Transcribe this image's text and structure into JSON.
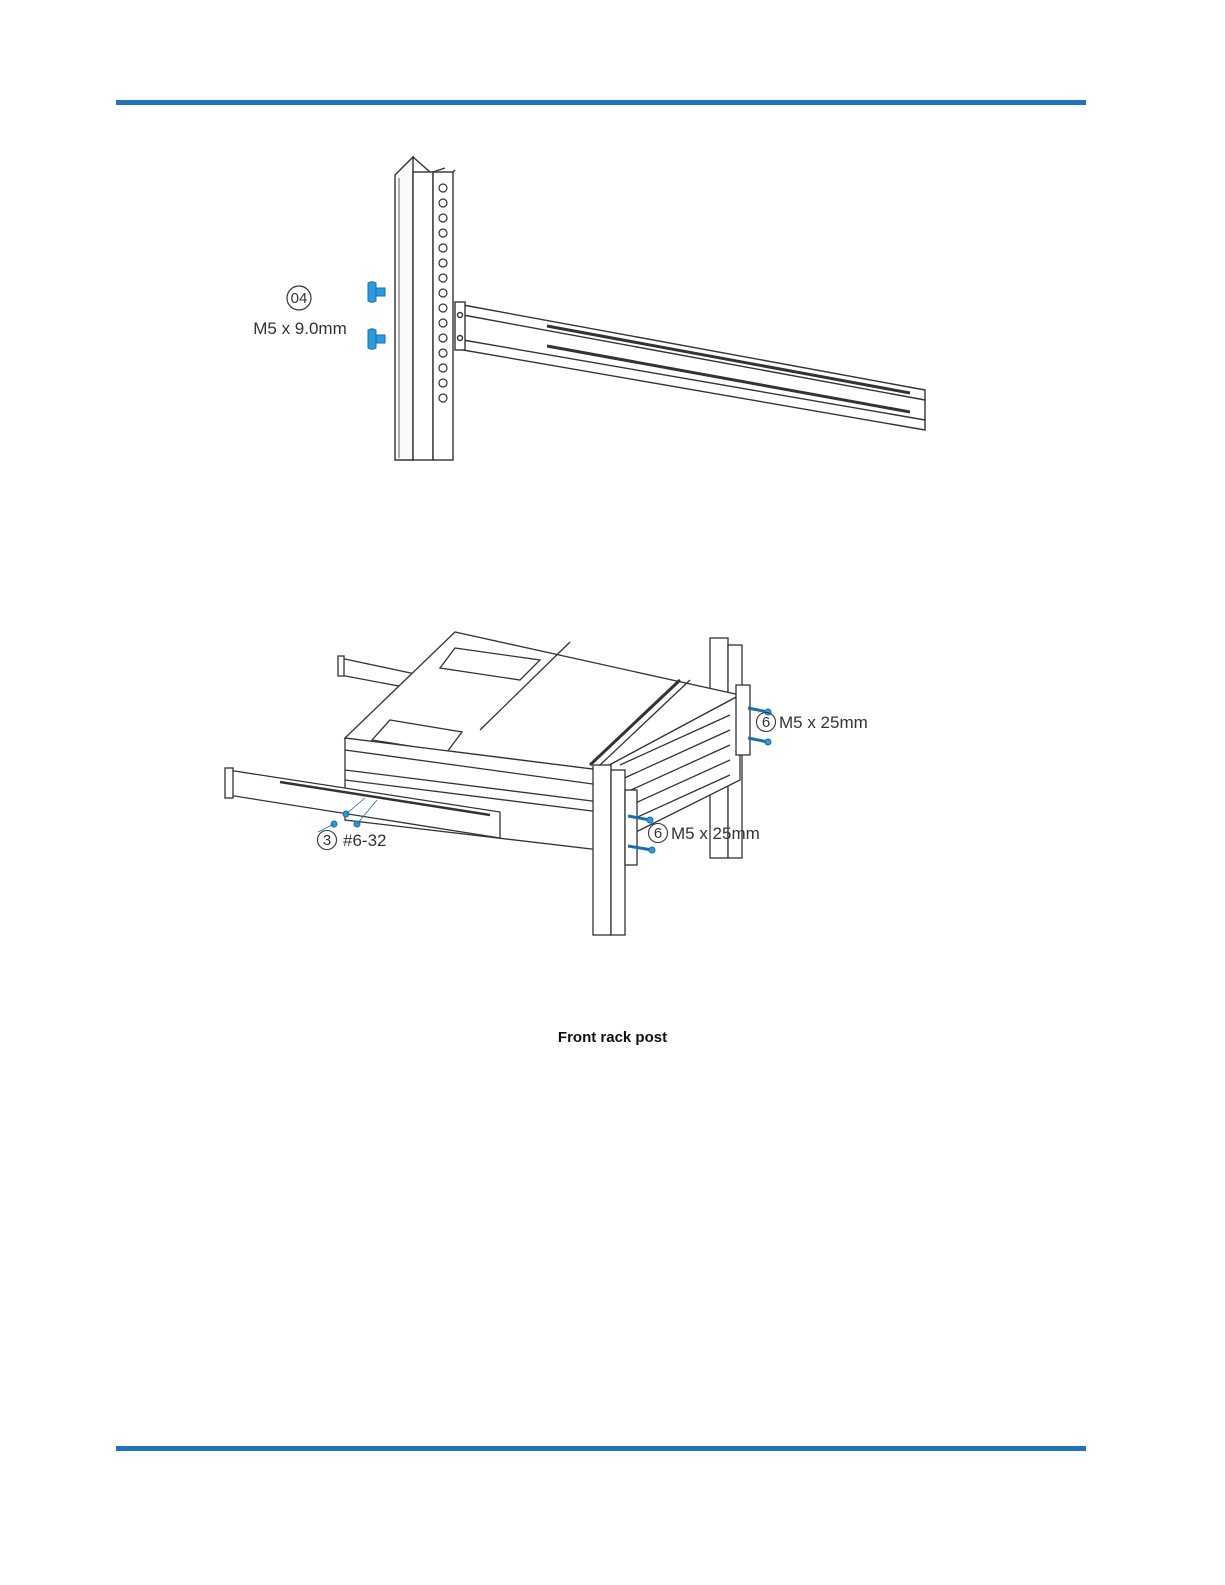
{
  "colors": {
    "rule": "#1f73bd",
    "screw": "#2b9be0",
    "line": "#333333"
  },
  "figure1": {
    "callout_count": "04",
    "screw_label": "M5 x 9.0mm"
  },
  "figure2": {
    "callout_rear": {
      "count": "6",
      "label": "M5 x 25mm"
    },
    "callout_front": {
      "count": "6",
      "label": "M5 x 25mm"
    },
    "callout_side": {
      "count": "3",
      "label": "#6-32"
    },
    "caption": "Front rack post"
  }
}
